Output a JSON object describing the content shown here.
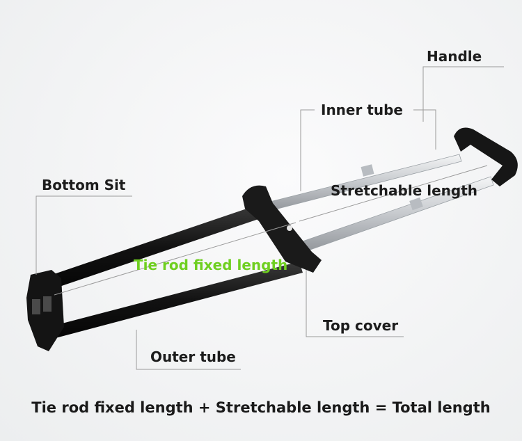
{
  "labels": {
    "handle": "Handle",
    "inner_tube": "Inner tube",
    "stretchable_length": "Stretchable length",
    "bottom_sit": "Bottom Sit",
    "tie_rod_fixed_length": "Tie rod fixed length",
    "top_cover": "Top cover",
    "outer_tube": "Outer tube"
  },
  "formula": "Tie rod fixed length + Stretchable length = Total length",
  "colors": {
    "background": "#f2f3f4",
    "frame": "#111111",
    "inner_tube": "#d2d4d6",
    "callout_line": "#9a9a9a",
    "highlight_label": "#6fcf20"
  }
}
